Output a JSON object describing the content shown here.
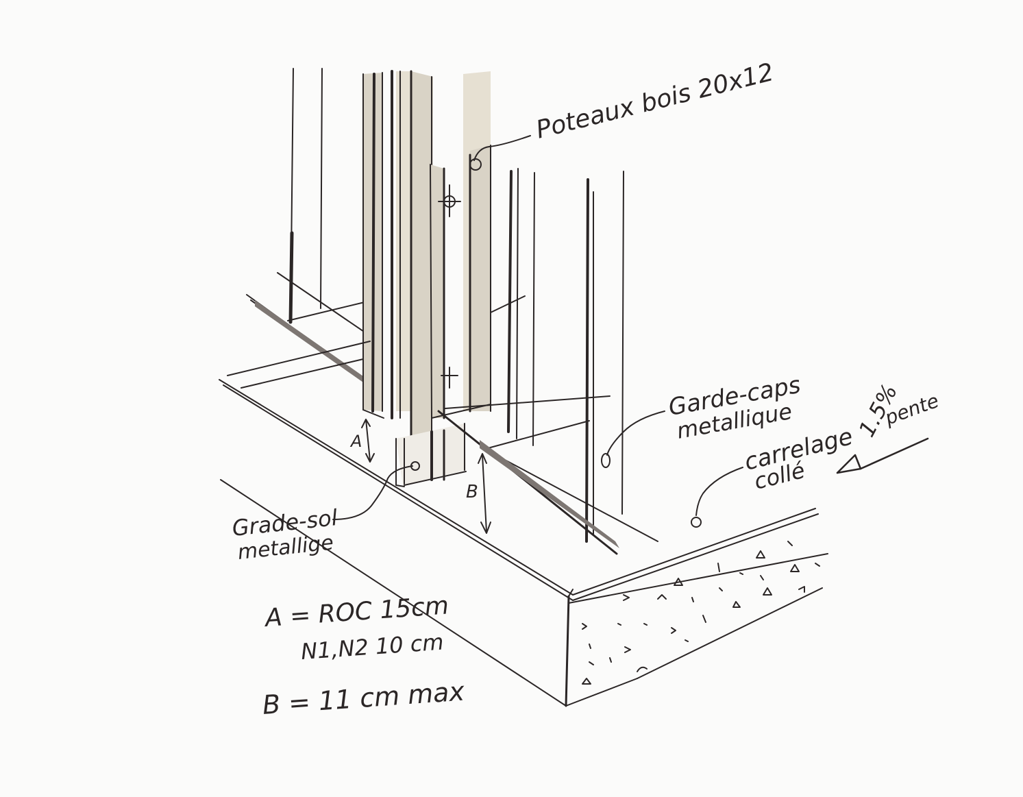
{
  "labels": {
    "poteaux": "Poteaux bois 20x12",
    "garde_caps_line1": "Garde-caps",
    "garde_caps_line2": "metallique",
    "carrelage_line1": "carrelage",
    "carrelage_line2": "collé",
    "pente_value": "1.5%",
    "pente_word": "pente",
    "garde_sol_line1": "Grade-sol",
    "garde_sol_line2": "metallige",
    "dim_a": "A",
    "dim_b": "B",
    "note_a_line1": "A = ROC 15cm",
    "note_a_line2": "N1,N2 10 cm",
    "note_b": "B = 11 cm max"
  },
  "colors": {
    "ink": "#2b2626",
    "wood": "#d9d3c6",
    "paper": "#fbfbfa"
  }
}
